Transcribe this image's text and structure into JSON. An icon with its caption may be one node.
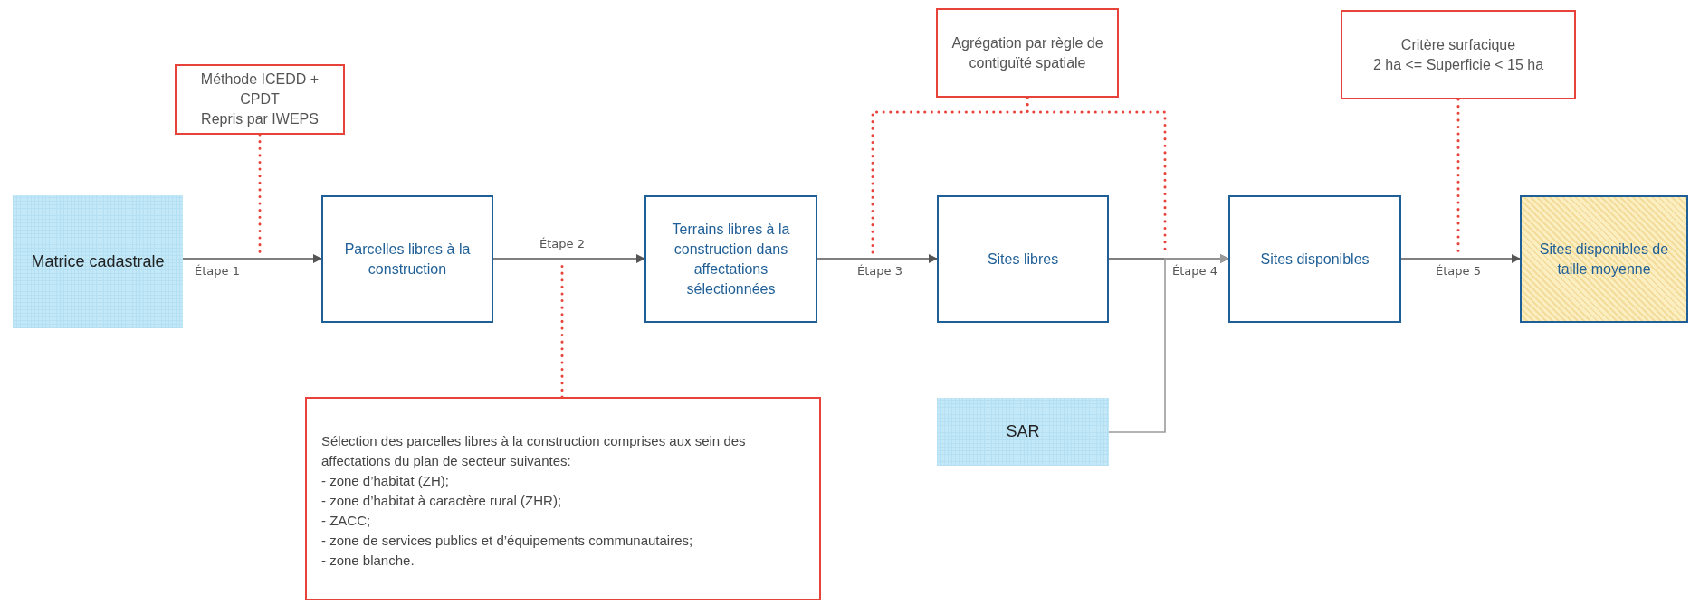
{
  "diagram": {
    "nodes": [
      {
        "text": [
          "Méthode ICEDD + CPDT",
          "Repris par IWEPS"
        ]
      },
      {
        "text": [
          "Agrégation par règle de contiguïté spatiale"
        ]
      },
      {
        "text": [
          "Critère surfacique",
          "2 ha <= Superficie < 15 ha"
        ]
      },
      {
        "text": [
          "Matrice cadastrale"
        ]
      },
      {
        "text": [
          "Parcelles libres à la construction"
        ]
      },
      {
        "text": [
          "Terrains libres à la construction dans affectations sélectionnées"
        ]
      },
      {
        "text": [
          "Sites libres"
        ]
      },
      {
        "text": [
          "Sites disponibles"
        ]
      },
      {
        "text": [
          "Sites disponibles de taille moyenne"
        ]
      },
      {
        "text": [
          "Sélection des parcelles libres à la construction comprises aux sein des affectations du plan de secteur suivantes:",
          "- zone d’habitat (ZH);",
          "- zone d’habitat à caractère rural (ZHR);",
          "- ZACC;",
          "- zone de services publics et d’équipements communautaires;",
          "- zone blanche."
        ]
      },
      {
        "text": [
          "SAR"
        ]
      }
    ],
    "edges": [
      {
        "from": 3,
        "to": 4,
        "arrow": "to",
        "label": "Étape 1"
      },
      {
        "from": 4,
        "to": 5,
        "arrow": "to",
        "label": "Étape 2"
      },
      {
        "from": 5,
        "to": 6,
        "arrow": "to",
        "label": "Étape 3"
      },
      {
        "from": 6,
        "to": 7,
        "arrow": "to",
        "label": "Étape 4"
      },
      {
        "from": 10,
        "to": 7,
        "arrow": "to",
        "color": "#9a9a9a"
      },
      {
        "from": 7,
        "to": 8,
        "arrow": "to",
        "label": "Étape 5"
      },
      {
        "from": 0,
        "to": null,
        "arrow": "none",
        "style": "dashed",
        "color": "#e8433a"
      },
      {
        "from": 9,
        "to": null,
        "arrow": "none",
        "style": "dashed",
        "color": "#e8433a"
      },
      {
        "from": 1,
        "to": null,
        "arrow": "none",
        "style": "dashed",
        "color": "#e8433a"
      },
      {
        "from": 1,
        "to": null,
        "arrow": "none",
        "style": "dashed",
        "color": "#e8433a"
      },
      {
        "from": 2,
        "to": null,
        "arrow": "none",
        "style": "dashed",
        "color": "#e8433a"
      }
    ]
  }
}
